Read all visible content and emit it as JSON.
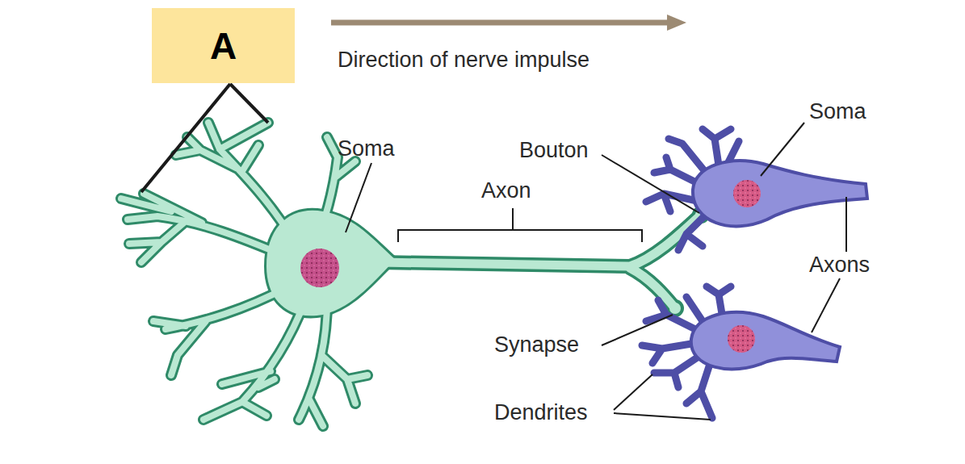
{
  "diagram": {
    "nodes": [
      {
        "text": [
          "A"
        ]
      }
    ],
    "labels": [
      "Direction of nerve impulse",
      "Soma",
      "Bouton",
      "Axon",
      "Soma",
      "Axons",
      "Synapse",
      "Dendrites"
    ]
  }
}
